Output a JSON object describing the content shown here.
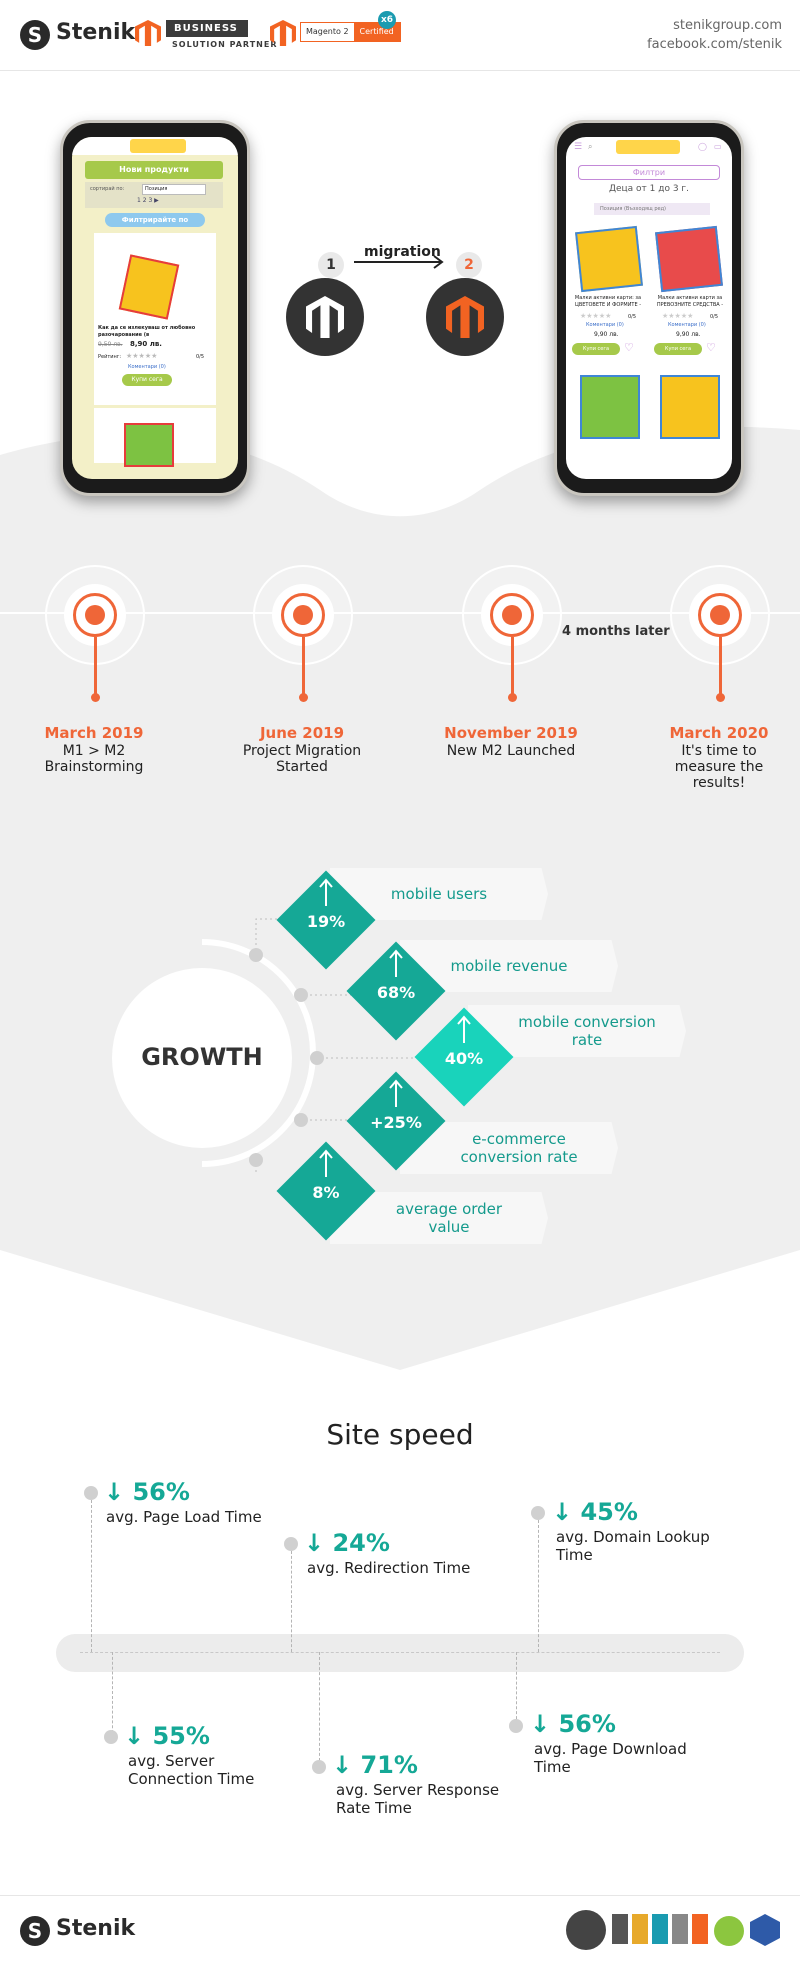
{
  "header": {
    "brand": "Stenik",
    "partner_title": "BUSINESS",
    "partner_subtitle": "SOLUTION PARTNER",
    "cert_product": "Magento 2",
    "cert_label": "Certified",
    "cert_count": "x6",
    "link_site": "stenikgroup.com",
    "link_facebook": "facebook.com/stenik"
  },
  "migration": {
    "label": "migration",
    "step1": "1",
    "step2": "2",
    "old_phone": {
      "heading": "Нови продукти",
      "sort_label": "сортирай по:",
      "sort_value": "Позиция",
      "pages": "1  2  3  ▶",
      "filter_btn": "Филтрирайте по",
      "product_name": "Как да се излекуваш от любовно разочарование (в",
      "old_price": "9,50 лв.",
      "new_price": "8,90 лв.",
      "rating_label": "Рейтинг:",
      "rating_value": "0/5",
      "comments": "Коментари (0)",
      "buy": "Купи сега"
    },
    "new_phone": {
      "filter_btn": "Филтри",
      "category": "Деца от 1 до 3 г.",
      "sort_value": "Позиция (Възходящ ред)",
      "product1": "Малки активни карти: за ЦВЕТОВЕТЕ И ФОРМИТЕ -",
      "product2": "Малки активни карти за ПРЕВОЗНИТЕ СРЕДСТВА -",
      "rating_value": "0/5",
      "comments": "Коментари (0)",
      "price": "9,90 лв.",
      "buy": "Купи сега"
    }
  },
  "timeline": {
    "note": "4 months later",
    "items": [
      {
        "date": "March 2019",
        "text": "M1 > M2 Brainstorming"
      },
      {
        "date": "June 2019",
        "text": "Project Migration Started"
      },
      {
        "date": "November 2019",
        "text": "New M2 Launched"
      },
      {
        "date": "March 2020",
        "text": "It's time to measure the results!"
      }
    ]
  },
  "growth": {
    "title": "GROWTH",
    "items": [
      {
        "value": "19%",
        "label": "mobile users"
      },
      {
        "value": "68%",
        "label": "mobile revenue"
      },
      {
        "value": "40%",
        "label": "mobile conversion rate"
      },
      {
        "value": "+25%",
        "label": "e-commerce conversion rate"
      },
      {
        "value": "8%",
        "label": "average order value"
      }
    ],
    "colors": {
      "main": "#15a896",
      "highlight": "#19d3bb"
    }
  },
  "speed": {
    "title": "Site speed",
    "top": [
      {
        "value": "↓ 56%",
        "label": "avg. Page Load Time"
      },
      {
        "value": "↓ 24%",
        "label": "avg. Redirection Time"
      },
      {
        "value": "↓ 45%",
        "label": "avg. Domain Lookup Time"
      }
    ],
    "bottom": [
      {
        "value": "↓ 55%",
        "label": "avg. Server Connection Time"
      },
      {
        "value": "↓ 71%",
        "label": "avg. Server Response Rate Time"
      },
      {
        "value": "↓ 56%",
        "label": "avg. Page Download Time"
      }
    ]
  },
  "footer": {
    "brand": "Stenik"
  },
  "colors": {
    "accent": "#ef6638",
    "teal": "#15a896",
    "magento": "#f26322"
  }
}
